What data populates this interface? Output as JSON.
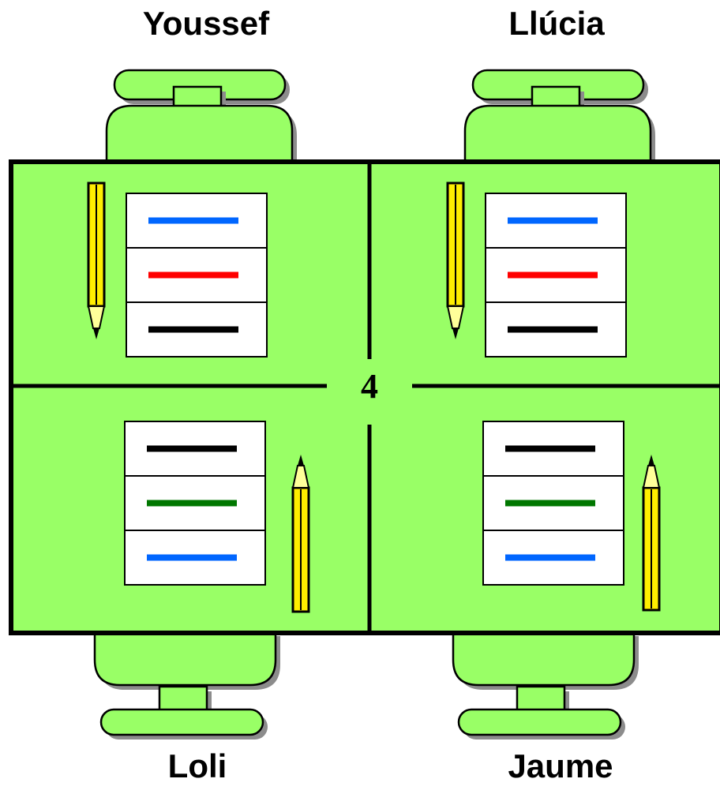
{
  "colors": {
    "surface": "#99ff66",
    "outline": "#000000",
    "shadow": "#8c8c8c",
    "card": "#ffffff",
    "pencil_body": "#ffee00",
    "pencil_tip": "#ffff99",
    "line_blue": "#0066ff",
    "line_red": "#ff0000",
    "line_black": "#000000",
    "line_green": "#007700"
  },
  "table": {
    "number": "4"
  },
  "seats": [
    {
      "name": "Youssef",
      "position": "top-left",
      "pencil_icon": "pencil-icon",
      "pencil_direction": "down",
      "card_lines": [
        "blue",
        "red",
        "black"
      ]
    },
    {
      "name": "Llúcia",
      "position": "top-right",
      "pencil_icon": "pencil-icon",
      "pencil_direction": "down",
      "card_lines": [
        "blue",
        "red",
        "black"
      ]
    },
    {
      "name": "Loli",
      "position": "bottom-left",
      "pencil_icon": "pencil-icon",
      "pencil_direction": "up",
      "card_lines": [
        "black",
        "green",
        "blue"
      ]
    },
    {
      "name": "Jaume",
      "position": "bottom-right",
      "pencil_icon": "pencil-icon",
      "pencil_direction": "up",
      "card_lines": [
        "black",
        "green",
        "blue"
      ]
    }
  ]
}
